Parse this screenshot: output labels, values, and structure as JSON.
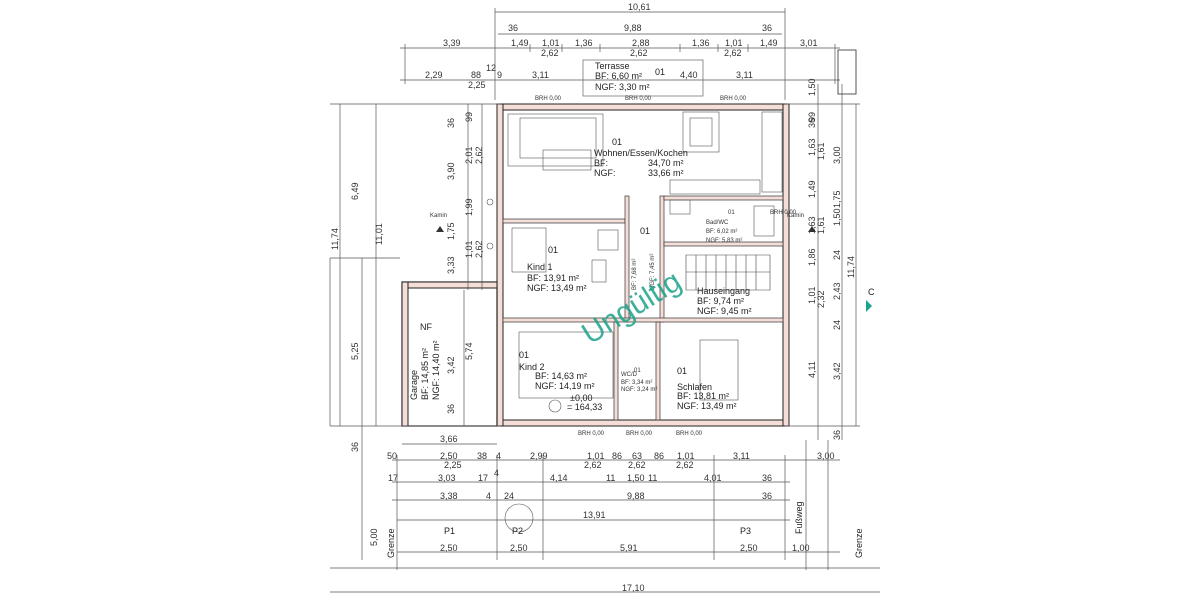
{
  "top_dims": {
    "overall": "10,61",
    "row1": [
      "36",
      "9,88",
      "36"
    ],
    "row2": [
      "3,39",
      "1,49",
      "1,01",
      "1,36",
      "2,88",
      "1,36",
      "1,01",
      "1,49",
      "3,01"
    ],
    "row2b": [
      "2,62",
      "2,62",
      "2,62"
    ],
    "row3": [
      "2,29",
      "88",
      "12",
      "9",
      "3,11",
      "4,40",
      "3,11"
    ],
    "row3b": "2,25"
  },
  "terrace": {
    "title": "Terrasse",
    "num": "01",
    "bf": "BF:   6,60 m²",
    "ngf": "NGF: 3,30 m²"
  },
  "brh": [
    "BRH    0,00",
    "BRH    0,00",
    "BRH    0,00",
    "BRH    0,00",
    "BRH    0,00",
    "BRH    0,00",
    "BRH    0,00"
  ],
  "rooms": {
    "wohnen": {
      "num": "01",
      "name": "Wohnen/Essen/Kochen",
      "bf": "BF:",
      "bf_v": "34,70 m²",
      "ngf": "NGF:",
      "ngf_v": "33,66 m²"
    },
    "kind1": {
      "num": "01",
      "name": "Kind 1",
      "bf": "BF:   13,91 m²",
      "ngf": "NGF: 13,49 m²"
    },
    "flur": {
      "num": "01",
      "bf": "BF:   7,68 m²",
      "ngf": "NGF: 7,45 m²"
    },
    "bad": {
      "num": "01",
      "name": "Bad/WC",
      "bf": "BF:   6,02 m²",
      "ngf": "NGF: 5,83 m²"
    },
    "hauseingang": {
      "name": "Hauseingang",
      "bf": "BF:   9,74 m²",
      "ngf": "NGF: 9,45 m²"
    },
    "kind2": {
      "num": "01",
      "name": "Kind 2",
      "bf": "BF:   14,63 m²",
      "ngf": "NGF: 14,19 m²"
    },
    "wc": {
      "num": "01",
      "name": "WC/D",
      "bf": "BF:  3,34 m²",
      "ngf": "NGF: 3,24 m²"
    },
    "schlafen": {
      "num": "01",
      "name": "Schlafen",
      "bf": "BF:   13,81 m²",
      "ngf": "NGF: 13,49 m²"
    },
    "garage": {
      "name": "Garage",
      "tag": "NF",
      "bf": "BF:   14,85 m²",
      "ngf": "NGF: 14,40 m²"
    }
  },
  "level": {
    "top": "±0,00",
    "bottom": "= 164,33"
  },
  "kamin": [
    "Kamin",
    "Kamin"
  ],
  "watermark": "Ungültig",
  "section_mark": "C",
  "left_dims": [
    "6,49",
    "11,01",
    "11,74",
    "5,25",
    "5,00",
    "3,90",
    "2,01",
    "2,62",
    "99",
    "36",
    "1,99",
    "1,01",
    "2,62",
    "3,33",
    "1,75",
    "5,74",
    "3,42",
    "36",
    "36"
  ],
  "right_dims": [
    "1,50",
    "99",
    "1,63",
    "1,61",
    "3,00",
    "1,49",
    "1,63",
    "1,61",
    "1,50",
    "1,75",
    "1,86",
    "24",
    "2,43",
    "11,74",
    "1,01",
    "2,32",
    "24",
    "4,11",
    "3,42",
    "36",
    "36"
  ],
  "bottom_dims": {
    "r1": "3,66",
    "r2": [
      "50",
      "2,50",
      "38",
      "4",
      "2,99",
      "1,01",
      "86",
      "63",
      "86",
      "1,01",
      "3,11",
      "3,00"
    ],
    "r2b": [
      "2,25",
      "2,62",
      "2,62",
      "2,62"
    ],
    "r3": [
      "17",
      "3,03",
      "17",
      "4",
      "4,14",
      "11",
      "1,50",
      "11",
      "4,01",
      "36"
    ],
    "r4": [
      "3,38",
      "4",
      "24",
      "9,88",
      "36"
    ],
    "r5": "13,91",
    "parking": [
      "P1",
      "P2",
      "P3"
    ],
    "r6": [
      "2,50",
      "2,50",
      "5,91",
      "2,50",
      "1,00"
    ],
    "overall": "17,10",
    "grenze": [
      "Grenze",
      "Grenze"
    ],
    "fussweg": "Fußweg"
  }
}
